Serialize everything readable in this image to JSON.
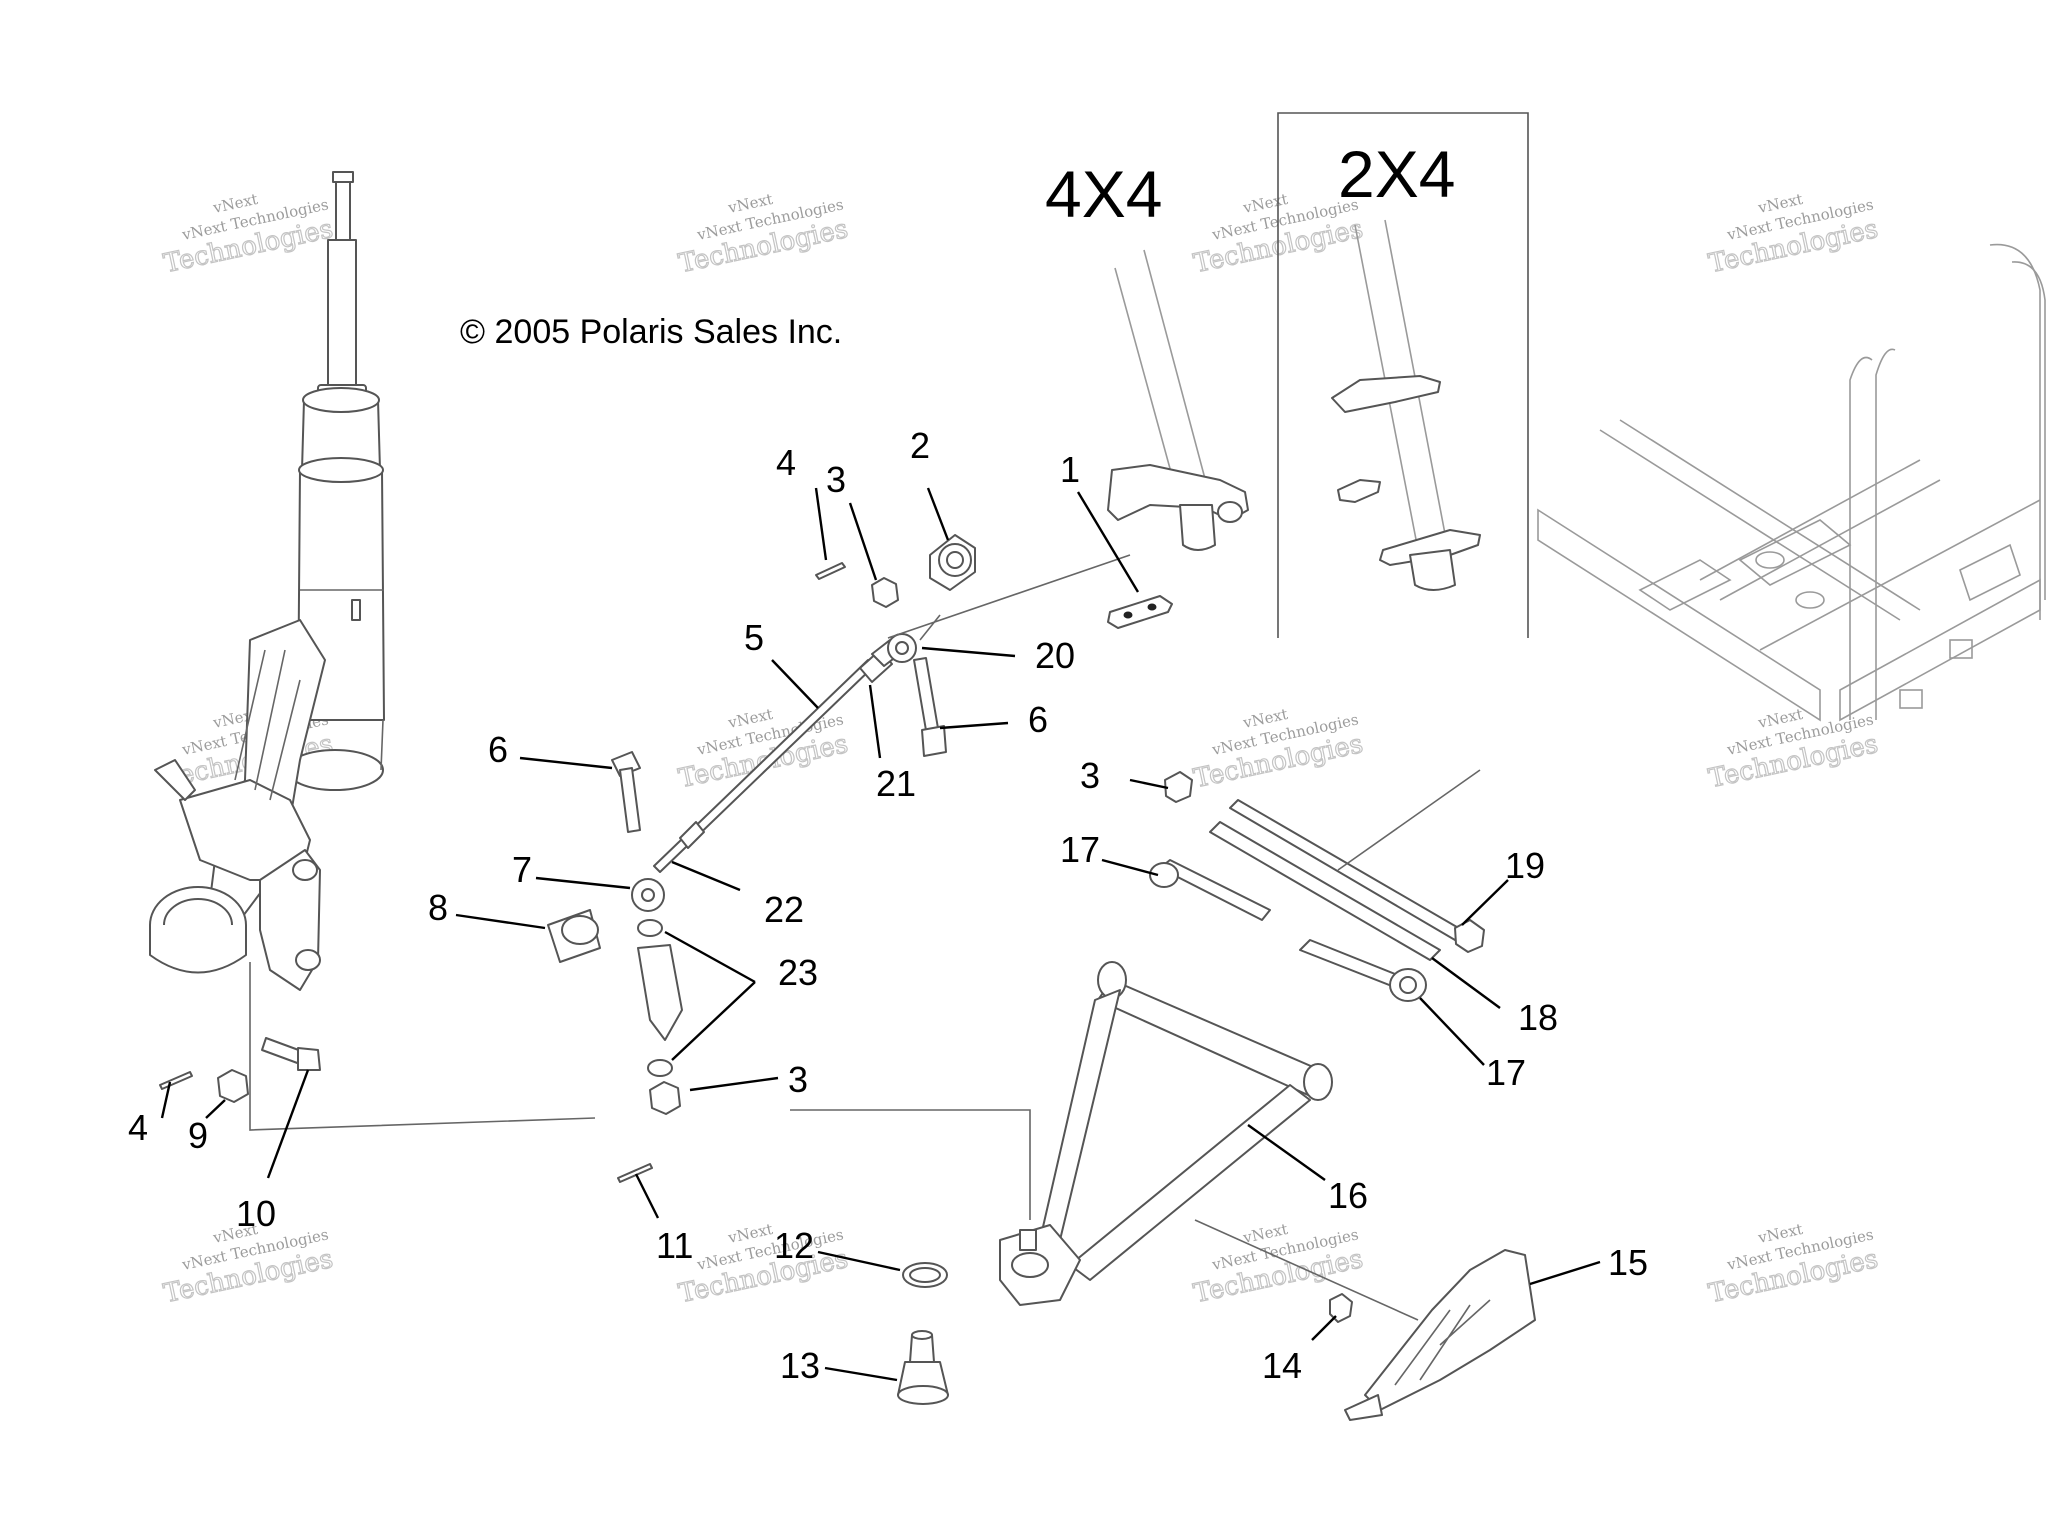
{
  "copyright": "© 2005 Polaris Sales Inc.",
  "model_labels": {
    "four_by_four": "4X4",
    "two_by_four": "2X4"
  },
  "watermark": {
    "line1": "vNext",
    "line2": "vNext Technologies",
    "line3": "Technologies"
  },
  "callouts": {
    "c1": "1",
    "c2": "2",
    "c3a": "3",
    "c3b": "3",
    "c3c": "3",
    "c4a": "4",
    "c4b": "4",
    "c5": "5",
    "c6a": "6",
    "c6b": "6",
    "c7": "7",
    "c8": "8",
    "c9": "9",
    "c10": "10",
    "c11": "11",
    "c12": "12",
    "c13": "13",
    "c14": "14",
    "c15": "15",
    "c16": "16",
    "c17a": "17",
    "c17b": "17",
    "c18": "18",
    "c19": "19",
    "c20": "20",
    "c21": "21",
    "c22": "22",
    "c23": "23"
  }
}
